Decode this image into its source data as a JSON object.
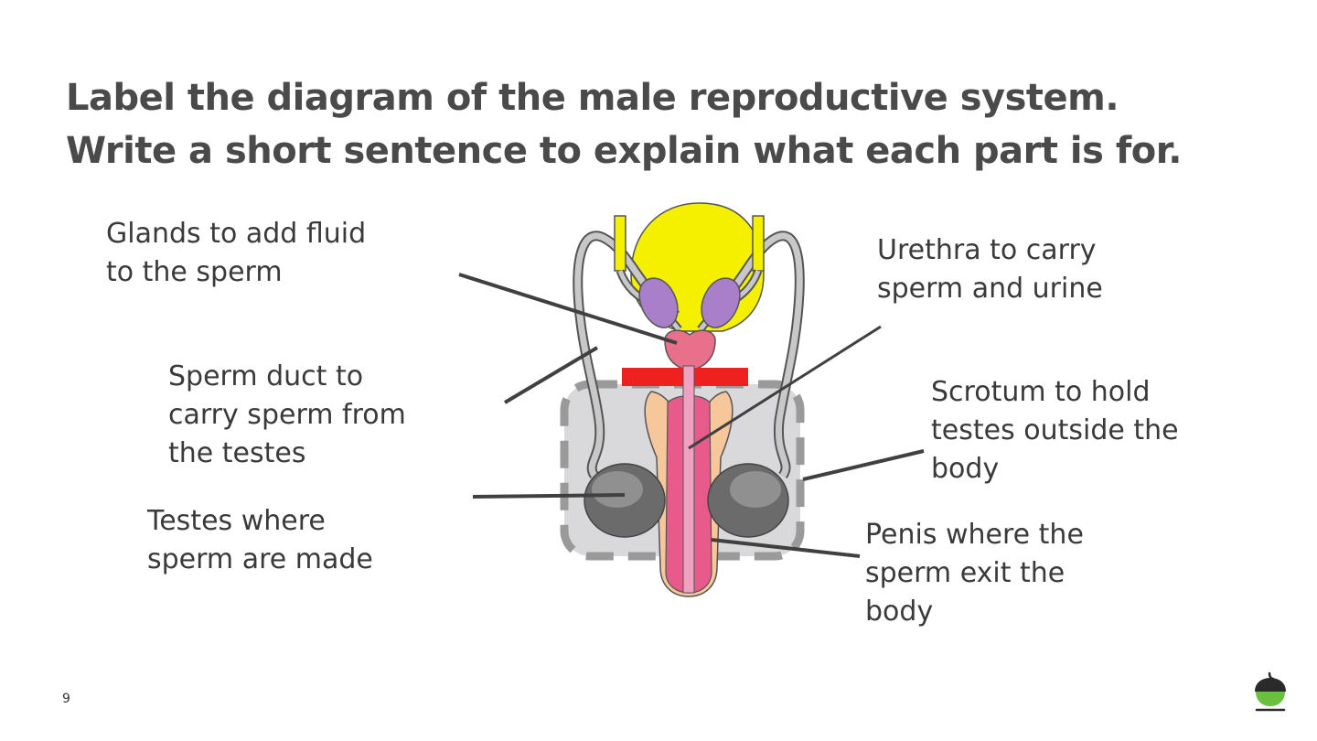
{
  "title": {
    "line1": "Label the diagram of the male reproductive system.",
    "line2": "Write a short sentence to explain what each part is for."
  },
  "labels": {
    "glands": [
      "Glands to add fluid",
      "to the sperm"
    ],
    "sperm_duct": [
      "Sperm duct to",
      "carry sperm from",
      "the testes"
    ],
    "testes": [
      "Testes where",
      "sperm are made"
    ],
    "urethra": [
      "Urethra to carry",
      "sperm and urine"
    ],
    "scrotum": [
      "Scrotum to hold",
      "testes outside the",
      "body"
    ],
    "penis": [
      "Penis where the",
      "sperm exit the",
      "body"
    ]
  },
  "page_number": "9",
  "colors": {
    "bladder": "#f5f000",
    "glands": "#a87fc8",
    "prostate": "#e8708a",
    "muscle_band": "#ee2020",
    "penis_outer": "#f5c79a",
    "penis_inner": "#e85a8a",
    "testes": "#707070",
    "scrotum_box": "#d9d9dc",
    "duct": "#a8a8a8",
    "leader_line": "#404040",
    "logo_green": "#6abf40"
  },
  "icons": {
    "logo": "acorn-logo-icon"
  }
}
